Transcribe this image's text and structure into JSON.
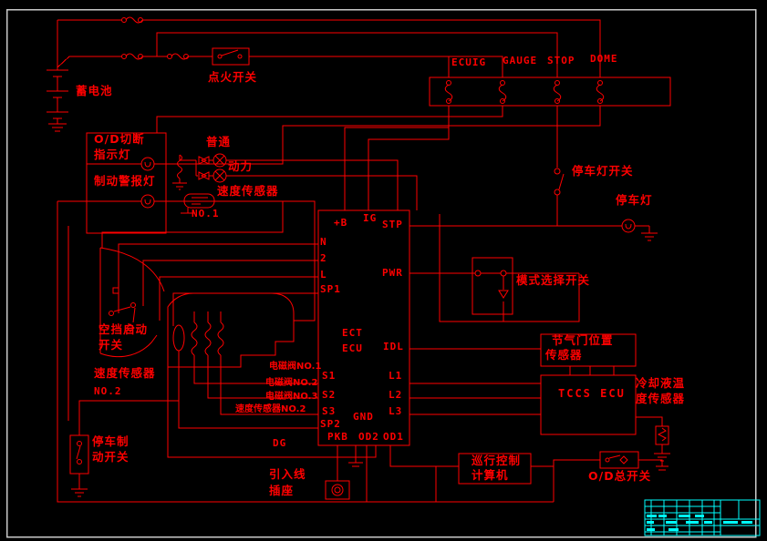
{
  "colors": {
    "background": "#000000",
    "wire": "#ff0000",
    "title_block": "#00ffff",
    "frame": "#c9c9c9"
  },
  "labels": {
    "battery": "蓄电池",
    "ignition": "点火开关",
    "fuse_ecuig": "ECUIG",
    "fuse_gauge": "GAUGE",
    "fuse_stop": "STOP",
    "fuse_dome": "DOME",
    "od_cut_1": "O/D切断",
    "od_cut_2": "指示灯",
    "brake_warning": "制动警报灯",
    "lamp_normal": "普通",
    "lamp_power": "动力",
    "speed1": "速度传感器",
    "speed1_no": "NO.1",
    "stop_light_switch": "停车灯开关",
    "stop_light": "停车灯",
    "mode_select": "模式选择开关",
    "neutral_1": "空挡启动",
    "neutral_2": "开关",
    "speed2_1": "速度传感器",
    "speed2_2": "NO.2",
    "sol1": "电磁阀NO.1",
    "sol2": "电磁阀NO.2",
    "sol3": "电磁阀NO.3",
    "speed2_inline": "速度传感器NO.2",
    "pbrake_1": "停车制",
    "pbrake_2": "动开关",
    "dg": "DG",
    "leadin_1": "引入线",
    "leadin_2": "插座",
    "cruise_1": "巡行控制",
    "cruise_2": "计算机",
    "od_main": "O/D总开关",
    "throttle_1": "节气门位置",
    "throttle_2": "传感器",
    "tccs": "TCCS ECU",
    "coolant_1": "冷却液温",
    "coolant_2": "度传感器"
  },
  "ecu_pins": {
    "b_plus": "+B",
    "ig": "IG",
    "stp": "STP",
    "n": "N",
    "two": "2",
    "l": "L",
    "sp1": "SP1",
    "pwr": "PWR",
    "ect": "ECT",
    "ecu": "ECU",
    "idl": "IDL",
    "s1": "S1",
    "s2": "S2",
    "s3": "S3",
    "sp2": "SP2",
    "pkb": "PKB",
    "gnd": "GND",
    "od2": "OD2",
    "od1": "OD1",
    "l1": "L1",
    "l2": "L2",
    "l3": "L3"
  }
}
